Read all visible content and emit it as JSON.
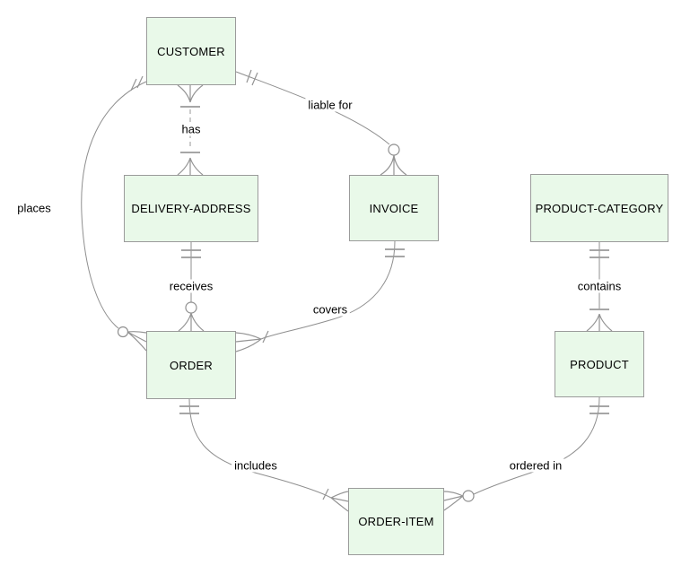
{
  "diagram": {
    "kind": "entity-relationship-diagram",
    "notation": "crows-foot",
    "colors": {
      "background": "#ffffff",
      "entity_fill": "#e9f9e9",
      "entity_border": "#9b9b9b",
      "connector": "#8f8f8f",
      "text": "#000000"
    },
    "entities": [
      {
        "id": "customer",
        "label": "CUSTOMER"
      },
      {
        "id": "delivery-address",
        "label": "DELIVERY-ADDRESS"
      },
      {
        "id": "invoice",
        "label": "INVOICE"
      },
      {
        "id": "product-category",
        "label": "PRODUCT-CATEGORY"
      },
      {
        "id": "order",
        "label": "ORDER"
      },
      {
        "id": "product",
        "label": "PRODUCT"
      },
      {
        "id": "order-item",
        "label": "ORDER-ITEM"
      }
    ],
    "relationships": [
      {
        "label": "places",
        "from": "CUSTOMER",
        "to": "ORDER",
        "from_cardinality": "exactly-one",
        "to_cardinality": "zero-or-many",
        "line_style": "solid"
      },
      {
        "label": "has",
        "from": "CUSTOMER",
        "to": "DELIVERY-ADDRESS",
        "from_cardinality": "one-or-many",
        "to_cardinality": "one-or-many",
        "line_style": "dashed"
      },
      {
        "label": "liable for",
        "from": "CUSTOMER",
        "to": "INVOICE",
        "from_cardinality": "exactly-one",
        "to_cardinality": "zero-or-many",
        "line_style": "solid"
      },
      {
        "label": "receives",
        "from": "DELIVERY-ADDRESS",
        "to": "ORDER",
        "from_cardinality": "exactly-one",
        "to_cardinality": "zero-or-many",
        "line_style": "solid"
      },
      {
        "label": "covers",
        "from": "INVOICE",
        "to": "ORDER",
        "from_cardinality": "exactly-one",
        "to_cardinality": "one-or-many",
        "line_style": "solid"
      },
      {
        "label": "contains",
        "from": "PRODUCT-CATEGORY",
        "to": "PRODUCT",
        "from_cardinality": "exactly-one",
        "to_cardinality": "one-or-many",
        "line_style": "solid"
      },
      {
        "label": "includes",
        "from": "ORDER",
        "to": "ORDER-ITEM",
        "from_cardinality": "exactly-one",
        "to_cardinality": "one-or-many",
        "line_style": "solid"
      },
      {
        "label": "ordered in",
        "from": "PRODUCT",
        "to": "ORDER-ITEM",
        "from_cardinality": "exactly-one",
        "to_cardinality": "zero-or-many",
        "line_style": "solid"
      }
    ]
  }
}
